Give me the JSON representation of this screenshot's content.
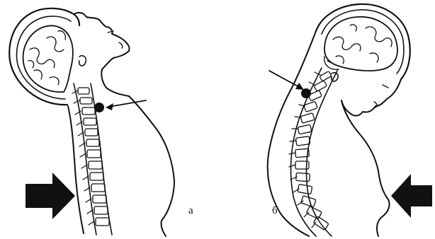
{
  "figure": {
    "panels": [
      {
        "id": "a",
        "label": "а"
      },
      {
        "id": "b",
        "label": "б"
      }
    ]
  }
}
